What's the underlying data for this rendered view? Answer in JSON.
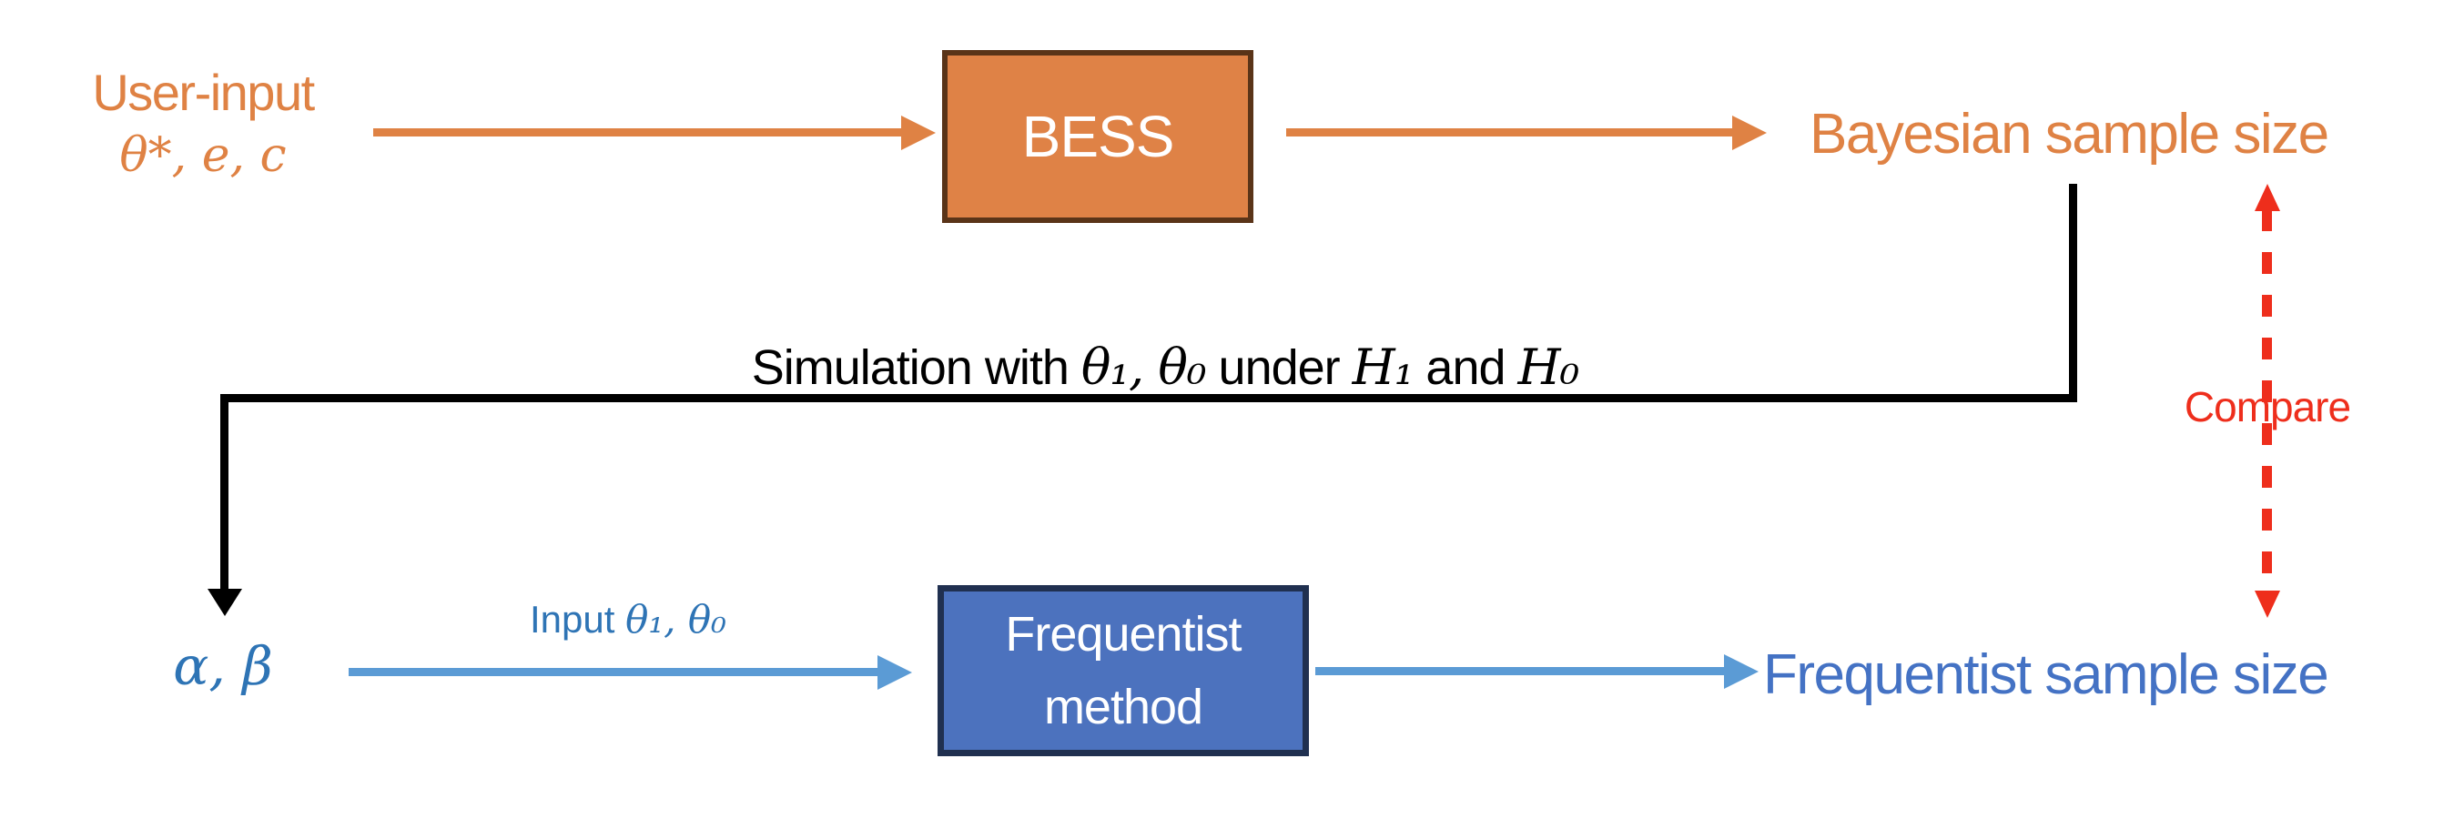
{
  "colors": {
    "orange": "#DF8244",
    "orange_box_fill": "#DF8246",
    "orange_box_border": "#5A3418",
    "blue_box_fill": "#4C72BE",
    "blue_box_border": "#203050",
    "light_blue_arrow": "#5B9BD5",
    "blue_text": "#2E74B5",
    "blue_heading_text": "#4472C4",
    "red": "#EE2E1C",
    "black": "#000000"
  },
  "nodes": {
    "user_input": {
      "line1": "User-input",
      "line2": "θ*, e, c"
    },
    "bess": {
      "label": "BESS"
    },
    "bayesian": {
      "label": "Bayesian sample size"
    },
    "alpha_beta": {
      "label": "α, β"
    },
    "frequentist_box": {
      "line1": "Frequentist",
      "line2": "method"
    },
    "frequentist": {
      "label": "Frequentist sample size"
    }
  },
  "edges": {
    "simulation": {
      "part1": "Simulation with ",
      "math1": "θ₁, θ₀",
      "part2": " under ",
      "math2": "H₁",
      "part3": " and ",
      "math3": "H₀"
    },
    "input": {
      "prefix": "Input ",
      "math": "θ₁, θ₀"
    },
    "compare": {
      "label": "Compare"
    }
  }
}
